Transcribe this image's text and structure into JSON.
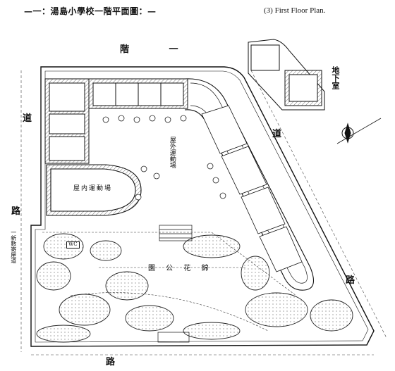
{
  "caption": {
    "japanese": "—一：湯島小學校一階平面圖：—",
    "english": "(3) First Floor Plan."
  },
  "road_labels": {
    "top": "階 一",
    "left_upper": "道",
    "left_lower": "路",
    "bottom": "路",
    "right_upper": "道",
    "right_lower": "路",
    "underground": "地下室",
    "left_side_street": "一新數寄屋道"
  },
  "room_labels": {
    "courtyard": "屋外運動場",
    "indoor_hall": "屋内運動場",
    "park": "園 公 花 錦",
    "wc": "WC"
  }
}
